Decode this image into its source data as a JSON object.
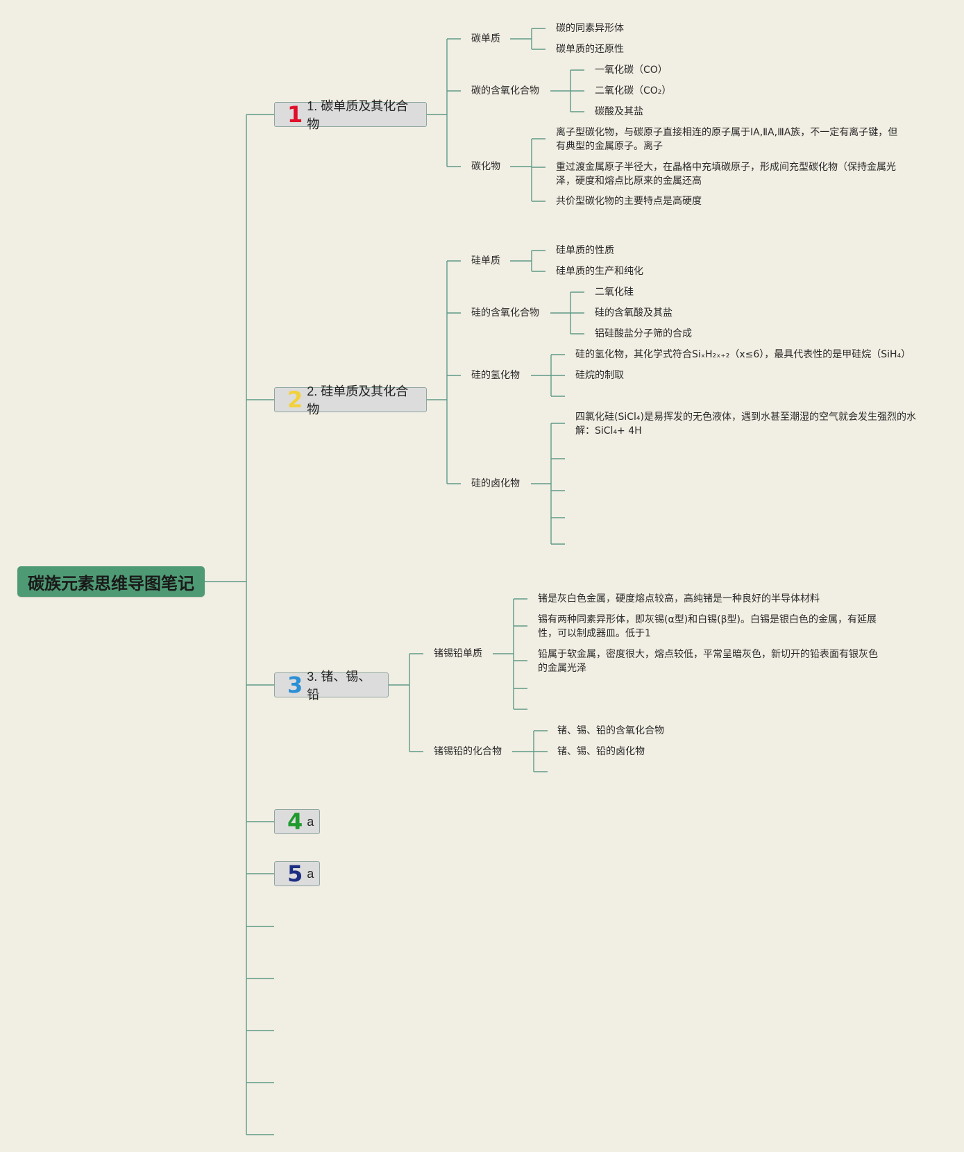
{
  "root": {
    "title": "碳族元素思维导图笔记",
    "color": "#4e9a74"
  },
  "line_color": "#5f9a88",
  "topics": [
    {
      "badge": "1",
      "badge_color": "#e0102a",
      "label": "1. 碳单质及其化合物",
      "children": [
        {
          "label": "碳单质",
          "children": [
            "碳的同素异形体",
            "碳单质的还原性"
          ]
        },
        {
          "label": "碳的含氧化合物",
          "children": [
            "一氧化碳（CO）",
            "二氧化碳（CO₂）",
            "碳酸及其盐"
          ]
        },
        {
          "label": "碳化物",
          "children": [
            "离子型碳化物，与碳原子直接相连的原子属于ⅠA,ⅡA,ⅢA族，不一定有离子键，但有典型的金属原子。离子",
            "重过渡金属原子半径大，在晶格中充填碳原子，形成间充型碳化物（保持金属光泽，硬度和熔点比原来的金属还高",
            "共价型碳化物的主要特点是高硬度"
          ]
        }
      ]
    },
    {
      "badge": "2",
      "badge_color": "#f2d13c",
      "label": "2. 硅单质及其化合物",
      "children": [
        {
          "label": "硅单质",
          "children": [
            "硅单质的性质",
            "硅单质的生产和纯化"
          ]
        },
        {
          "label": "硅的含氧化合物",
          "children": [
            "二氧化硅",
            "硅的含氧酸及其盐",
            "铝硅酸盐分子筛的合成"
          ]
        },
        {
          "label": "硅的氢化物",
          "children": [
            "硅的氢化物，其化学式符合SiₓH₂ₓ₊₂（x≤6），最具代表性的是甲硅烷（SiH₄）",
            "硅烷的制取"
          ]
        },
        {
          "label": "硅的卤化物",
          "children": [
            "四氯化硅(SiCl₄)是易挥发的无色液体，遇到水甚至潮湿的空气就会发生强烈的水解：SiCl₄+ 4H"
          ]
        }
      ]
    },
    {
      "badge": "3",
      "badge_color": "#2a8fd6",
      "label": "3. 锗、锡、铅",
      "children": [
        {
          "label": "锗锡铅单质",
          "children": [
            "锗是灰白色金属，硬度熔点较高，高纯锗是一种良好的半导体材料",
            "锡有两种同素异形体，即灰锡(α型)和白锡(β型)。白锡是银白色的金属，有延展性，可以制成器皿。低于1",
            "铅属于软金属，密度很大，熔点较低，平常呈暗灰色，新切开的铅表面有银灰色的金属光泽"
          ]
        },
        {
          "label": "锗锡铅的化合物",
          "children": [
            "锗、锡、铅的含氧化合物",
            "锗、锡、铅的卤化物"
          ]
        }
      ]
    },
    {
      "badge": "4",
      "badge_color": "#1e9a2e",
      "label": "a"
    },
    {
      "badge": "5",
      "badge_color": "#1b2e82",
      "label": "a"
    }
  ]
}
